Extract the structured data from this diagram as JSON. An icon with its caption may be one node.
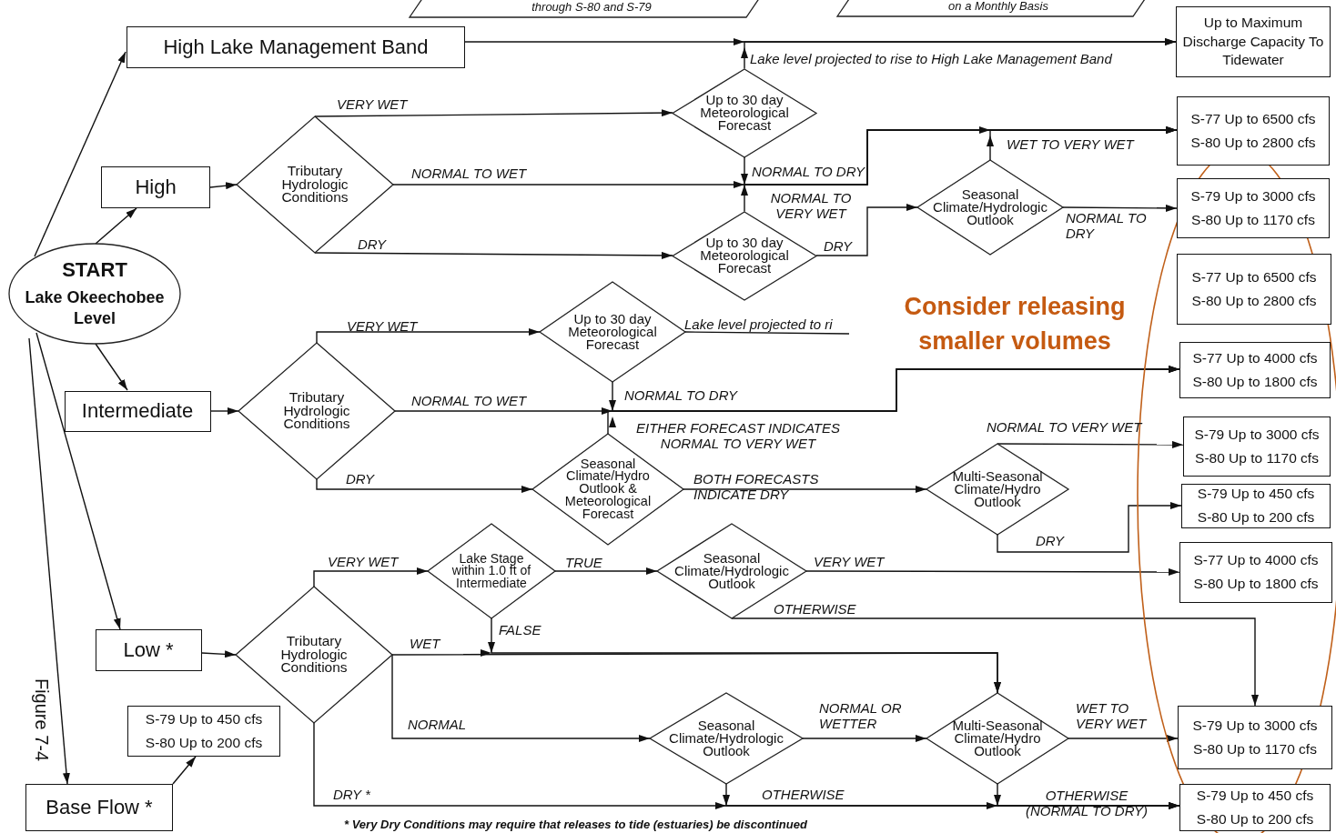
{
  "diagram": {
    "nodes": [
      {
        "text": [
          "through S-80 and S-79"
        ]
      },
      {
        "text": [
          "on a Monthly Basis"
        ]
      },
      {
        "text": [
          "START",
          "Lake Okeechobee Level"
        ]
      },
      {
        "text": [
          "High Lake Management Band"
        ]
      },
      {
        "text": [
          "Up to Maximum Discharge Capacity To Tidewater"
        ]
      },
      {
        "text": [
          "High"
        ]
      },
      {
        "text": [
          "Tributary Hydrologic Conditions"
        ]
      },
      {
        "text": [
          "Up to 30 day Meteorological Forecast"
        ]
      },
      {
        "text": [
          "Up to 30 day Meteorological Forecast"
        ]
      },
      {
        "text": [
          "Seasonal Climate/Hydrologic Outlook"
        ]
      },
      {
        "text": [
          "S-77 Up to 6500 cfs",
          "S-80 Up to 2800 cfs"
        ]
      },
      {
        "text": [
          "S-79 Up to 3000 cfs",
          "S-80 Up to 1170 cfs"
        ]
      },
      {
        "text": [
          "S-77 Up to 6500 cfs",
          "S-80 Up to 2800 cfs"
        ]
      },
      {
        "text": [
          "Intermediate"
        ]
      },
      {
        "text": [
          "Tributary Hydrologic Conditions"
        ]
      },
      {
        "text": [
          "Up to 30 day Meteorological Forecast"
        ]
      },
      {
        "text": [
          "Seasonal Climate/Hydro Outlook & Meteorological Forecast"
        ]
      },
      {
        "text": [
          "S-77 Up to 4000 cfs",
          "S-80 Up to 1800 cfs"
        ]
      },
      {
        "text": [
          "S-79 Up to 3000 cfs",
          "S-80 Up to 1170 cfs"
        ]
      },
      {
        "text": [
          "Multi-Seasonal Climate/Hydro Outlook"
        ]
      },
      {
        "text": [
          "S-79 Up to 450 cfs",
          "S-80 Up to 200 cfs"
        ]
      },
      {
        "text": [
          "Low *"
        ]
      },
      {
        "text": [
          "Tributary Hydrologic Conditions"
        ]
      },
      {
        "text": [
          "Lake Stage within 1.0 ft of Intermediate"
        ]
      },
      {
        "text": [
          "Seasonal Climate/Hydrologic Outlook"
        ]
      },
      {
        "text": [
          "S-77 Up to 4000 cfs",
          "S-80 Up to 1800 cfs"
        ]
      },
      {
        "text": [
          "Base Flow *"
        ]
      },
      {
        "text": [
          "S-79 Up to 450 cfs",
          "S-80 Up to 200 cfs"
        ]
      },
      {
        "text": [
          "Seasonal Climate/Hydrologic Outlook"
        ]
      },
      {
        "text": [
          "Multi-Seasonal Climate/Hydro Outlook"
        ]
      },
      {
        "text": [
          "S-79 Up to 3000 cfs",
          "S-80 Up to 1170 cfs"
        ]
      },
      {
        "text": [
          "S-79 Up to 450 cfs",
          "S-80 Up to 200 cfs"
        ]
      }
    ],
    "edges": [
      {
        "from": 2,
        "to": 3,
        "arrow": "to"
      },
      {
        "from": 2,
        "to": 5,
        "arrow": "to"
      },
      {
        "from": 2,
        "to": 13,
        "arrow": "to"
      },
      {
        "from": 2,
        "to": 21,
        "arrow": "to"
      },
      {
        "from": 2,
        "to": 26,
        "arrow": "to"
      },
      {
        "from": 3,
        "to": 4,
        "arrow": "to"
      },
      {
        "from": 7,
        "to": 4,
        "arrow": "to",
        "label": "Lake level projected to rise to High Lake Management Band"
      },
      {
        "from": 5,
        "to": 6,
        "arrow": "to"
      },
      {
        "from": 6,
        "to": 7,
        "arrow": "to",
        "label": "VERY  WET"
      },
      {
        "from": 6,
        "to": 10,
        "arrow": "to",
        "label": "NORMAL  TO  WET"
      },
      {
        "from": 6,
        "to": 8,
        "arrow": "to",
        "label": "DRY"
      },
      {
        "from": 7,
        "to": 10,
        "arrow": "to",
        "label": "NORMAL TO  DRY"
      },
      {
        "from": 8,
        "to": 10,
        "arrow": "to",
        "label": "NORMAL TO VERY WET"
      },
      {
        "from": 8,
        "to": 9,
        "arrow": "to",
        "label": "DRY"
      },
      {
        "from": 9,
        "to": 10,
        "arrow": "to",
        "label": "WET TO VERY WET"
      },
      {
        "from": 9,
        "to": 11,
        "arrow": "to",
        "label": "NORMAL TO  DRY"
      },
      {
        "from": 13,
        "to": 14,
        "arrow": "to"
      },
      {
        "from": 14,
        "to": 15,
        "arrow": "to",
        "label": "VERY  WET"
      },
      {
        "from": 14,
        "to": 17,
        "arrow": "to",
        "label": "NORMAL  TO  WET"
      },
      {
        "from": 14,
        "to": 16,
        "arrow": "to",
        "label": "DRY"
      },
      {
        "from": 15,
        "to": 17,
        "arrow": "to",
        "label": "NORMAL TO  DRY"
      },
      {
        "from": 16,
        "to": 17,
        "arrow": "to",
        "label": "EITHER FORECAST INDICATES NORMAL TO VERY WET"
      },
      {
        "from": 16,
        "to": 19,
        "arrow": "to",
        "label": "BOTH FORECASTS INDICATE  DRY"
      },
      {
        "from": 19,
        "to": 18,
        "arrow": "to",
        "label": "NORMAL TO VERY WET"
      },
      {
        "from": 19,
        "to": 20,
        "arrow": "to",
        "label": "DRY"
      },
      {
        "from": 21,
        "to": 22,
        "arrow": "to"
      },
      {
        "from": 22,
        "to": 23,
        "arrow": "to",
        "label": "VERY WET"
      },
      {
        "from": 23,
        "to": 24,
        "arrow": "to",
        "label": "TRUE"
      },
      {
        "from": 24,
        "to": 25,
        "arrow": "to",
        "label": "VERY WET"
      },
      {
        "from": 24,
        "to": 30,
        "arrow": "to",
        "label": "OTHERWISE"
      },
      {
        "from": 23,
        "to": 29,
        "arrow": "to",
        "label": "FALSE"
      },
      {
        "from": 22,
        "to": 29,
        "arrow": "to",
        "label": "WET"
      },
      {
        "from": 22,
        "to": 28,
        "arrow": "to",
        "label": "NORMAL"
      },
      {
        "from": 28,
        "to": 29,
        "arrow": "to",
        "label": "NORMAL OR WETTER"
      },
      {
        "from": 29,
        "to": 30,
        "arrow": "to",
        "label": "WET TO VERY WET"
      },
      {
        "from": 22,
        "to": 31,
        "arrow": "to",
        "label": "DRY *"
      },
      {
        "from": 28,
        "to": 31,
        "arrow": "to",
        "label": "OTHERWISE"
      },
      {
        "from": 29,
        "to": 31,
        "arrow": "to",
        "label": "OTHERWISE (NORMAL TO DRY)"
      },
      {
        "from": 26,
        "to": 27,
        "arrow": "to"
      },
      {
        "from": 15,
        "to": null,
        "arrow": "none",
        "label": "Lake level projected to ri"
      }
    ],
    "labels": [
      "Consider releasing smaller volumes",
      "Figure 7-4",
      "* Very Dry Conditions may require that releases to tide (estuaries) be discontinued"
    ]
  }
}
